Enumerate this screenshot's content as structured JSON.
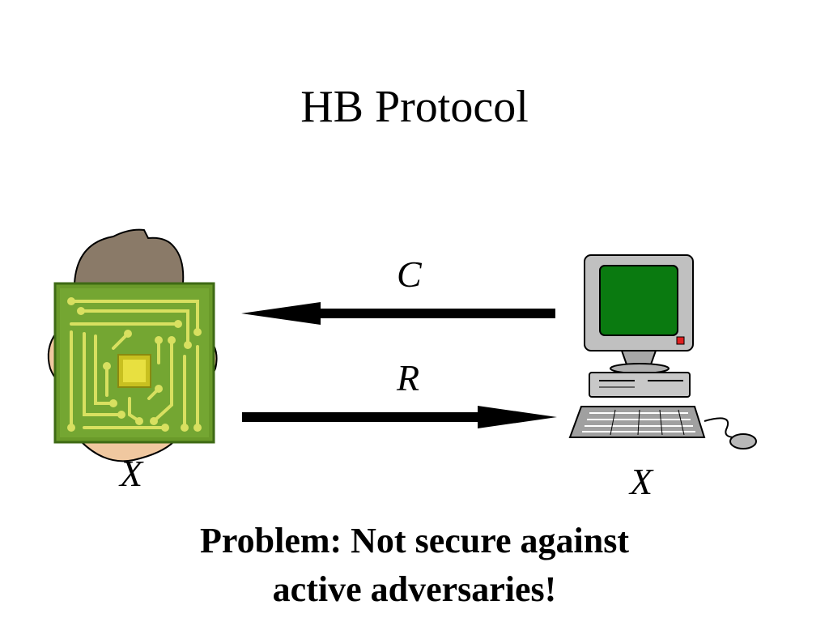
{
  "slide": {
    "title": "HB Protocol",
    "challenge_label": "C",
    "response_label": "R",
    "tag_secret_label": "X",
    "reader_secret_label": "X",
    "problem_line1": "Problem: Not secure against",
    "problem_line2": "active adversaries!"
  },
  "icons": {
    "tag": "rfid-tag-person-icon",
    "reader": "desktop-computer-icon"
  },
  "colors": {
    "chip_green": "#6a9a2a",
    "trace_yellow": "#d8e060",
    "screen_green": "#0a7a10",
    "hair": "#8a7a68",
    "skin": "#f0c8a0"
  }
}
